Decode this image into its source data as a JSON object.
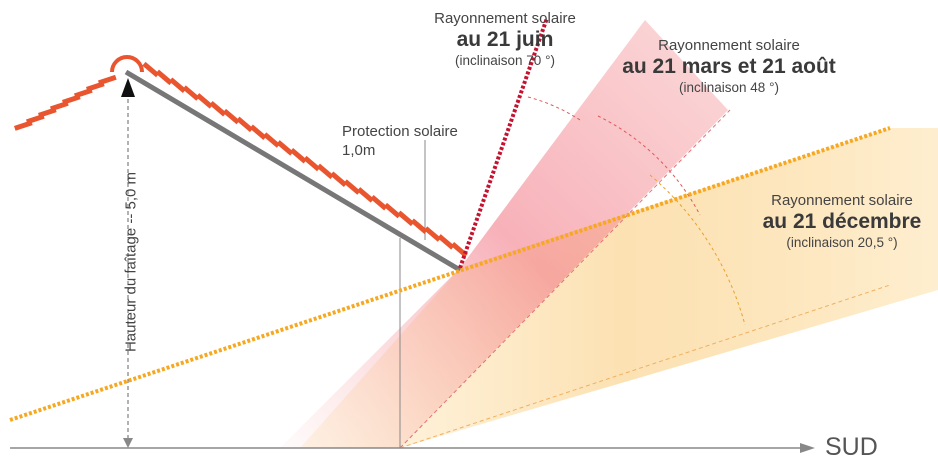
{
  "rays": {
    "june": {
      "title": "Rayonnement solaire",
      "date": "au 21 juin",
      "inclination": "(inclinaison 70 °)",
      "color": "#c4122f"
    },
    "march_august": {
      "title": "Rayonnement solaire",
      "date": "au 21 mars et 21 août",
      "inclination": "(inclinaison 48 °)",
      "color": "#f36a7a"
    },
    "december": {
      "title": "Rayonnement solaire",
      "date": "au 21 décembre",
      "inclination": "(inclinaison 20,5 °)",
      "color": "#f6a821"
    }
  },
  "protection": {
    "line1": "Protection solaire",
    "line2": "1,0m"
  },
  "height_label": "Hauteur du faîtage -- 5,0 m",
  "direction_label": "SUD",
  "colors": {
    "roof": "#777777",
    "tiles": "#e8552f",
    "ground": "#888888"
  }
}
